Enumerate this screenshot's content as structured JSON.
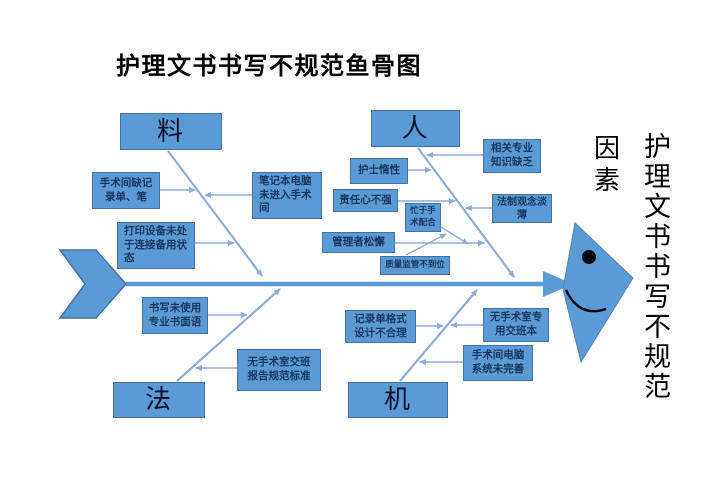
{
  "title": "护理文书书写不规范鱼骨图",
  "factor_label": "因素",
  "effect_label": "护理文书书写不规范",
  "colors": {
    "shape_fill": "#5B9BD5",
    "shape_border": "#4472A8",
    "connector_line": "#8FAADC",
    "box_text": "#17375E",
    "title_text": "#000000"
  },
  "categories": [
    {
      "key": "material",
      "label": "料",
      "causes": [
        {
          "label": "手术间缺记\n录单、笔"
        },
        {
          "label": "笔记本电脑\n未进入手术\n间"
        },
        {
          "label": "打印设备未处\n于连接备用状\n态"
        }
      ]
    },
    {
      "key": "people",
      "label": "人",
      "causes": [
        {
          "label": "护士惰性"
        },
        {
          "label": "相关专业\n知识缺乏"
        },
        {
          "label": "责任心不强"
        },
        {
          "label": "法制观念淡\n薄"
        },
        {
          "label": "忙于手\n术配合"
        },
        {
          "label": "管理者松懈"
        },
        {
          "label": "质量监管不到位"
        }
      ]
    },
    {
      "key": "method",
      "label": "法",
      "causes": [
        {
          "label": "书写未使用\n专业书面语"
        },
        {
          "label": "无手术室交班\n报告规范标准"
        }
      ]
    },
    {
      "key": "machine",
      "label": "机",
      "causes": [
        {
          "label": "记录单格式\n设计不合理"
        },
        {
          "label": "无手术室专\n用交班本"
        },
        {
          "label": "手术间电脑\n系统未完善"
        }
      ]
    }
  ]
}
